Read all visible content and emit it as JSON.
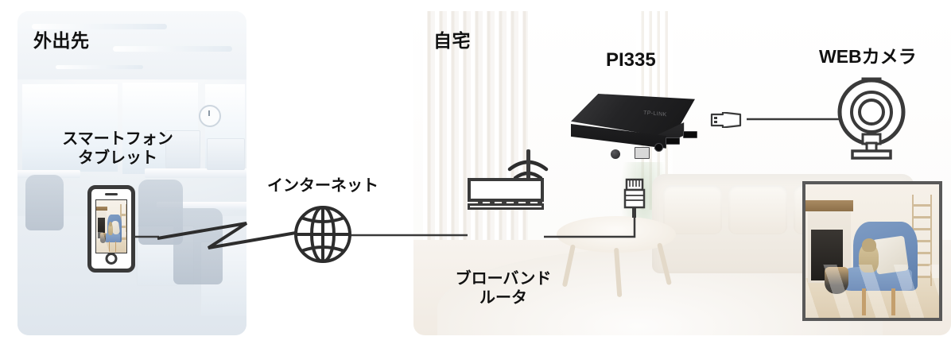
{
  "diagram": {
    "title": "PI335 remote home monitoring network diagram",
    "panels": [
      {
        "id": "away",
        "title": "外出先"
      },
      {
        "id": "home",
        "title": "自宅"
      }
    ],
    "labels": {
      "smartphone": "スマートフォン",
      "tablet": "タブレット",
      "internet": "インターネット",
      "router_line1": "ブローバンド",
      "router_line2": "ルータ",
      "pi335": "PI335",
      "webcam": "WEBカメラ"
    },
    "nodes": [
      {
        "name": "smartphone-tablet",
        "label": "スマートフォン / タブレット",
        "panel": "away"
      },
      {
        "name": "internet-globe",
        "label": "インターネット",
        "panel": "between"
      },
      {
        "name": "broadband-router",
        "label": "ブローバンド ルータ",
        "panel": "home",
        "led_count": 6,
        "wifi": true
      },
      {
        "name": "pi335-device",
        "label": "PI335",
        "panel": "home"
      },
      {
        "name": "web-camera",
        "label": "WEBカメラ",
        "panel": "home"
      }
    ],
    "connections": [
      {
        "from": "smartphone-tablet",
        "to": "internet-globe",
        "type": "wireless-zigzag"
      },
      {
        "from": "internet-globe",
        "to": "broadband-router",
        "type": "wired"
      },
      {
        "from": "broadband-router",
        "to": "pi335-device",
        "type": "wired-ethernet",
        "connector": "rj45"
      },
      {
        "from": "pi335-device",
        "to": "web-camera",
        "type": "wired-usb",
        "connector": "usb-type-a"
      }
    ],
    "icons": {
      "globe": "globe-icon",
      "router": "router-icon",
      "wifi": "wifi-signal-icon",
      "rj45": "rj45-connector-icon",
      "usb": "usb-connector-icon",
      "webcam": "webcam-icon",
      "phone": "smartphone-icon",
      "zigzag": "wireless-zigzag-icon"
    },
    "colors": {
      "line": "#3a3a3a",
      "text": "#111111",
      "device_dark": "#1a1a1c",
      "panel_away_bg": "#e9eef3",
      "panel_home_bg": "#faf8f5",
      "inset_border": "#595959"
    },
    "photo_contents": {
      "away_panel": "Bright open-plan office with white desks and chairs",
      "home_panel": "Living room with white sofa, round wooden table and rug",
      "inset": "Pug dog sitting on a blue armchair in a sunlit living room",
      "phone_screen": "Pug dog sitting on a blue armchair in a sunlit living room"
    }
  }
}
